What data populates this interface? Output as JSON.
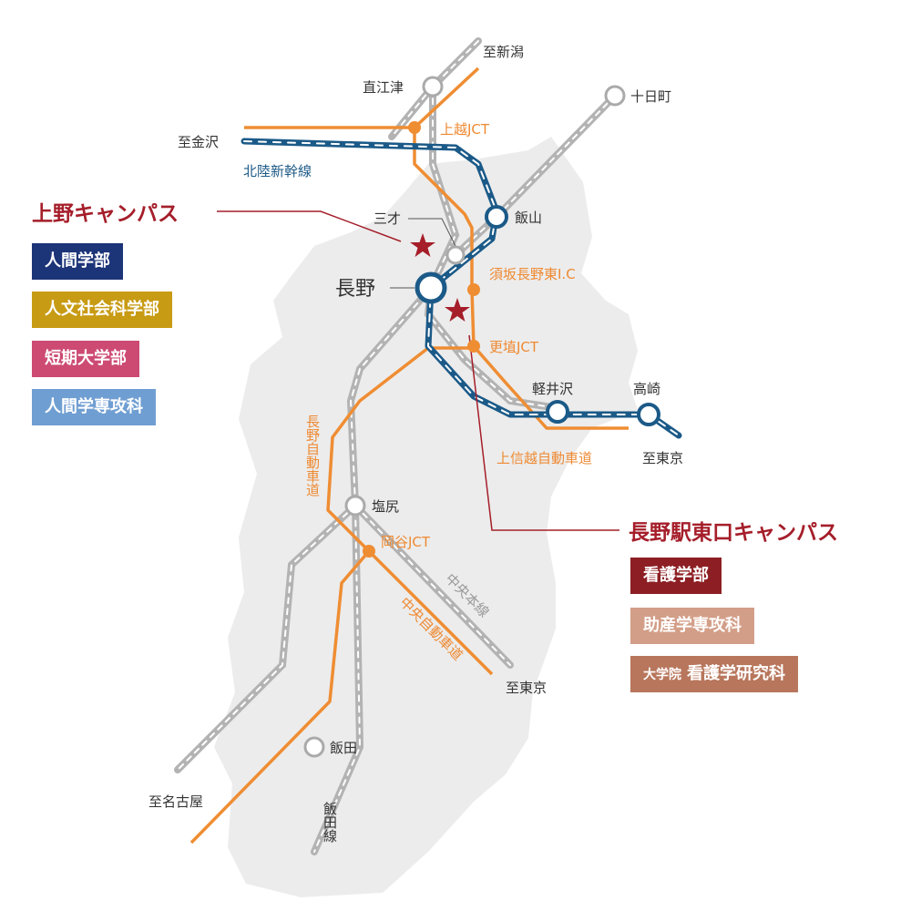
{
  "colors": {
    "campus_red": "#a51e2a",
    "shinkansen_blue": "#1b5a88",
    "expressway_orange": "#ef8d33",
    "jr_gray": "#b3b3b3",
    "land": "#ececec"
  },
  "campuses": [
    {
      "name": "上野キャンパス",
      "marker_icon": "star-icon",
      "faculties": [
        {
          "label": "人間学部",
          "color": "#1c3478"
        },
        {
          "label": "人文社会科学部",
          "color": "#c89b14"
        },
        {
          "label": "短期大学部",
          "color": "#cd4a73"
        },
        {
          "label": "人間学専攻科",
          "color": "#6f9ed2"
        }
      ]
    },
    {
      "name": "長野駅東口キャンパス",
      "marker_icon": "star-icon",
      "faculties": [
        {
          "prefix": "",
          "label": "看護学部",
          "color": "#8d1f24"
        },
        {
          "prefix": "",
          "label": "助産学専攻科",
          "color": "#d39e88"
        },
        {
          "prefix": "大学院",
          "label": "看護学研究科",
          "color": "#b8765c"
        }
      ]
    }
  ],
  "stations": {
    "naganoe": "直江津",
    "tokamachi": "十日町",
    "iiyama": "飯山",
    "sansai": "三才",
    "nagano": "長野",
    "karuizawa": "軽井沢",
    "takasaki": "高崎",
    "shiojiri": "塩尻",
    "iida": "飯田"
  },
  "destinations": {
    "niigata": "至新潟",
    "kanazawa": "至金沢",
    "tokyo_east": "至東京",
    "tokyo_south": "至東京",
    "nagoya": "至名古屋"
  },
  "lines": {
    "hokuriku_shinkansen": "北陸新幹線",
    "chuo_honsen": "中央本線",
    "iida_line": "飯田線"
  },
  "expressways": {
    "joetsu_jct": "上越JCT",
    "suzaka_ic": "須坂長野東I.C",
    "koshoku_jct": "更埴JCT",
    "joshinetsu": "上信越自動車道",
    "nagano_exp": "長野自動車道",
    "okaya_jct": "岡谷JCT",
    "chuo_exp": "中央自動車道"
  }
}
